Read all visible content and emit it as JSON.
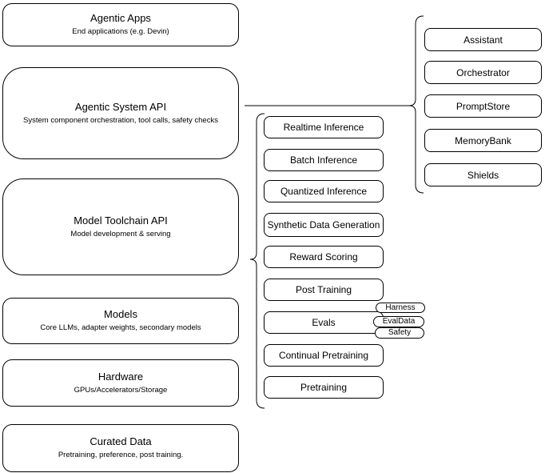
{
  "canvas": {
    "background": "#ffffff",
    "stroke_color": "#000000"
  },
  "stack": [
    {
      "title": "Agentic Apps",
      "subtitle": "End applications (e.g. Devin)"
    },
    {
      "title": "Agentic System API",
      "subtitle": "System component orchestration, tool calls, safety checks"
    },
    {
      "title": "Model Toolchain API",
      "subtitle": "Model development & serving"
    },
    {
      "title": "Models",
      "subtitle": "Core LLMs, adapter weights, secondary models"
    },
    {
      "title": "Hardware",
      "subtitle": "GPUs/Accelerators/Storage"
    },
    {
      "title": "Curated Data",
      "subtitle": "Pretraining, preference, post training."
    }
  ],
  "toolchain": {
    "items": [
      "Realtime Inference",
      "Batch Inference",
      "Quantized Inference",
      "Synthetic Data Generation",
      "Reward Scoring",
      "Post Training",
      "Evals",
      "Continual Pretraining",
      "Pretraining"
    ]
  },
  "eval_tags": [
    "Harness",
    "EvalData",
    "Safety"
  ],
  "system_components": [
    "Assistant",
    "Orchestrator",
    "PromptStore",
    "MemoryBank",
    "Shields"
  ]
}
